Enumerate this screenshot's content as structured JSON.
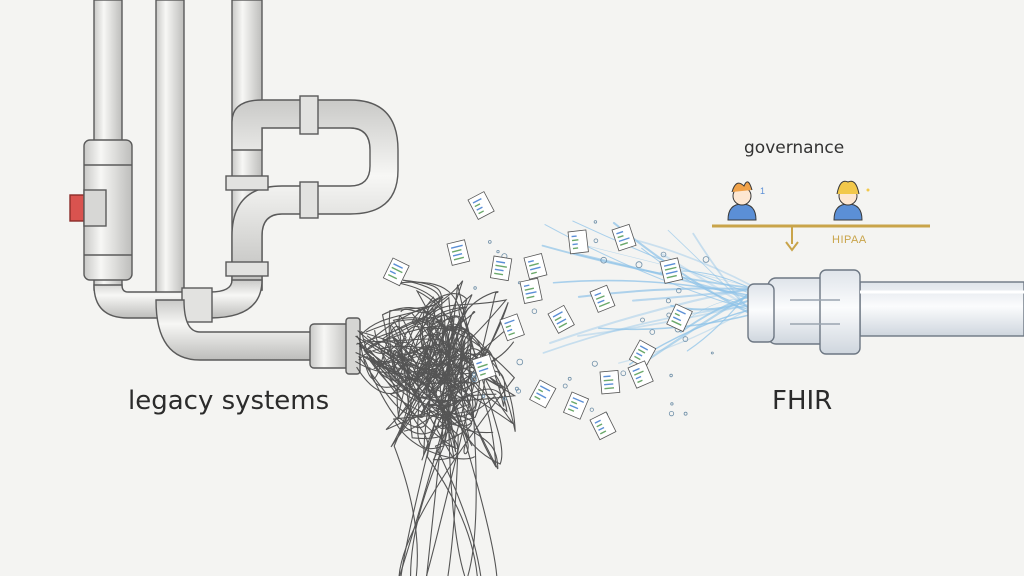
{
  "labels": {
    "legacy": "legacy systems",
    "fhir": "FHIR",
    "governance": "governance",
    "hipaa": "HIPAA"
  },
  "colors": {
    "background": "#f4f4f2",
    "pipe_stroke": "#5a5a5a",
    "pipe_fill": "#e6e6e4",
    "valve_red": "#d9534f",
    "cable": "#3a3a3a",
    "water": "#8fc3e8",
    "scale_gold": "#c9a44a",
    "figure_blue": "#5b8fd6",
    "figure_hair_orange": "#f0a24a",
    "figure_hair_yellow": "#f2c84b",
    "document_green": "#6aa86a"
  },
  "icons": [
    "legacy-pipe-network",
    "tangled-cables",
    "flying-documents",
    "water-spray",
    "fhir-pipe-connector",
    "governance-scale",
    "person-figure"
  ]
}
